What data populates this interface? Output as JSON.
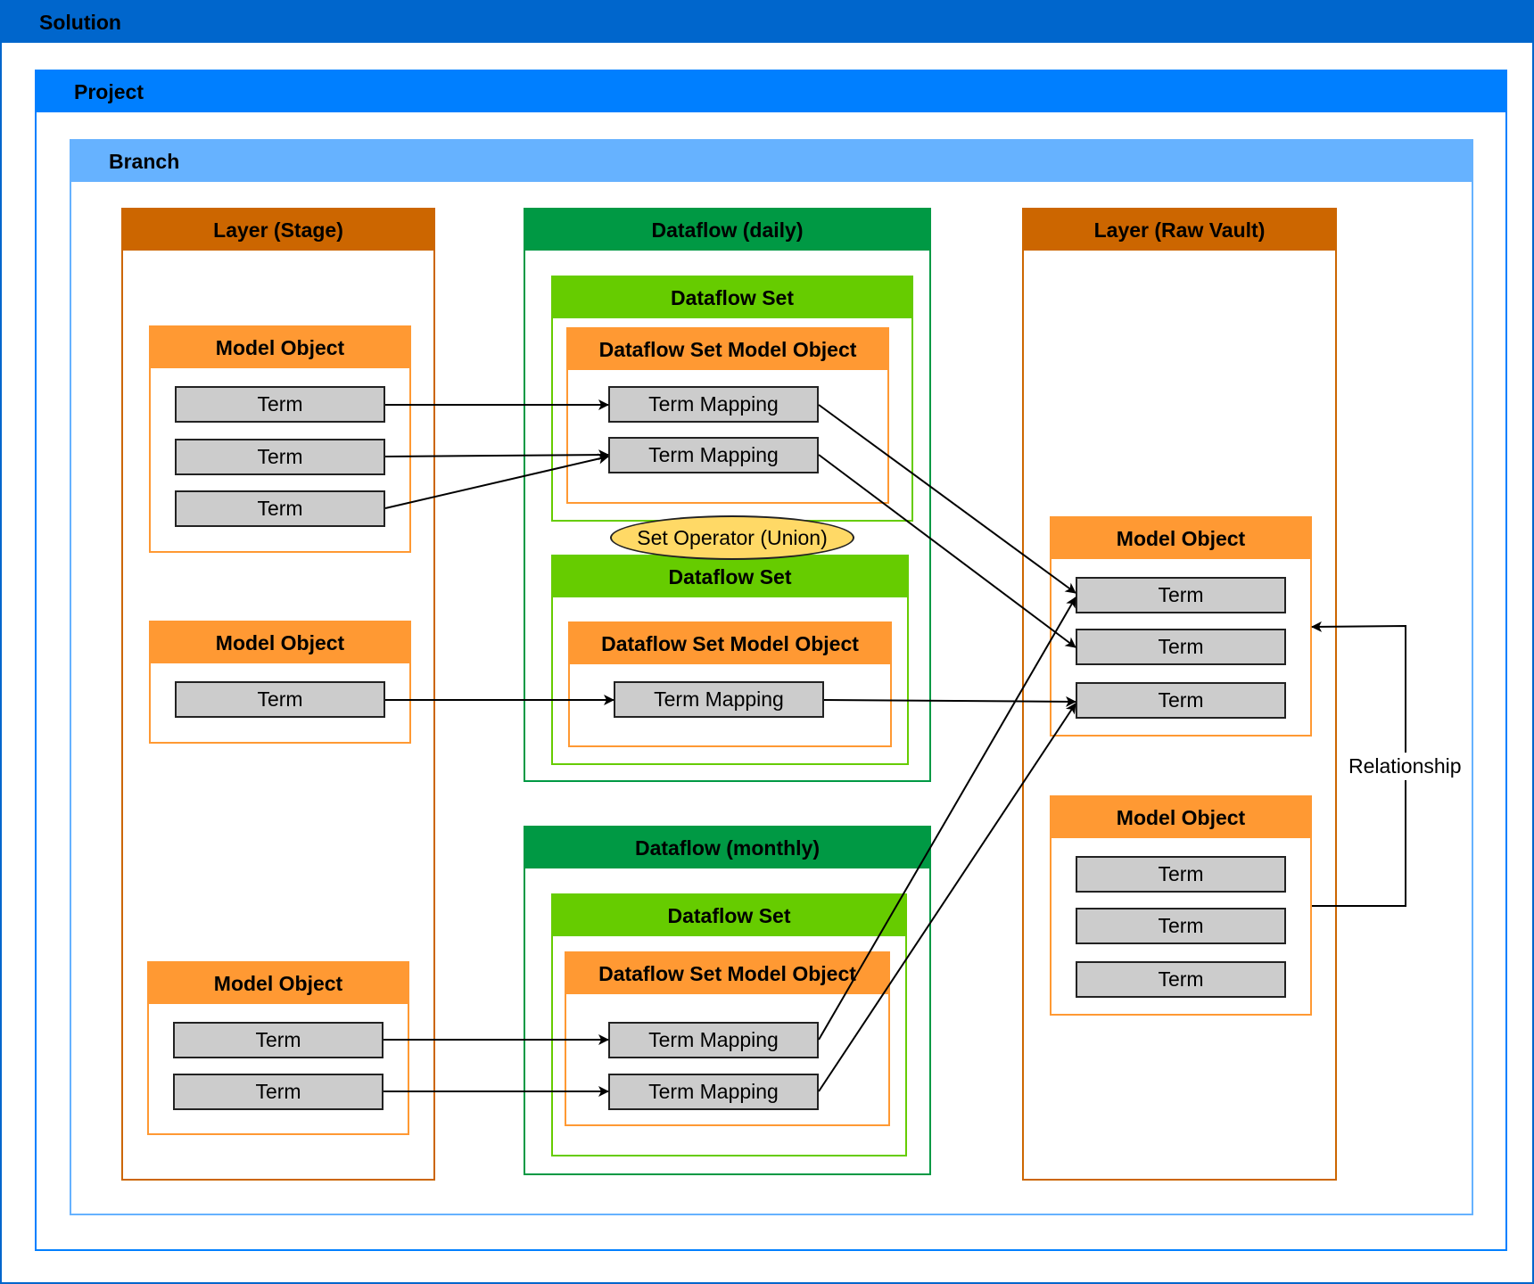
{
  "solution": {
    "title": "Solution"
  },
  "project": {
    "title": "Project"
  },
  "branch": {
    "title": "Branch"
  },
  "layer_stage": {
    "title": "Layer (Stage)",
    "model_objects": [
      {
        "title": "Model Object",
        "terms": [
          "Term",
          "Term",
          "Term"
        ]
      },
      {
        "title": "Model Object",
        "terms": [
          "Term"
        ]
      },
      {
        "title": "Model Object",
        "terms": [
          "Term",
          "Term"
        ]
      }
    ]
  },
  "dataflow_daily": {
    "title": "Dataflow (daily)",
    "sets": [
      {
        "title": "Dataflow Set",
        "model_object_title": "Dataflow Set Model Object",
        "mappings": [
          "Term Mapping",
          "Term Mapping"
        ]
      },
      {
        "title": "Dataflow Set",
        "model_object_title": "Dataflow Set Model Object",
        "mappings": [
          "Term Mapping"
        ]
      }
    ],
    "set_operator": "Set Operator (Union)"
  },
  "dataflow_monthly": {
    "title": "Dataflow (monthly)",
    "sets": [
      {
        "title": "Dataflow Set",
        "model_object_title": "Dataflow Set Model Object",
        "mappings": [
          "Term Mapping",
          "Term Mapping"
        ]
      }
    ]
  },
  "layer_raw_vault": {
    "title": "Layer (Raw Vault)",
    "model_objects": [
      {
        "title": "Model Object",
        "terms": [
          "Term",
          "Term",
          "Term"
        ]
      },
      {
        "title": "Model Object",
        "terms": [
          "Term",
          "Term",
          "Term"
        ]
      }
    ]
  },
  "relationship_label": "Relationship",
  "colors": {
    "solution": "#0066cc",
    "project": "#007fff",
    "branch": "#66b2ff",
    "layer": "#cc6600",
    "model_object": "#ff9933",
    "dataflow": "#009944",
    "dataflow_set": "#66cc00",
    "term_fill": "#cccccc",
    "set_operator_fill": "#ffd966"
  }
}
